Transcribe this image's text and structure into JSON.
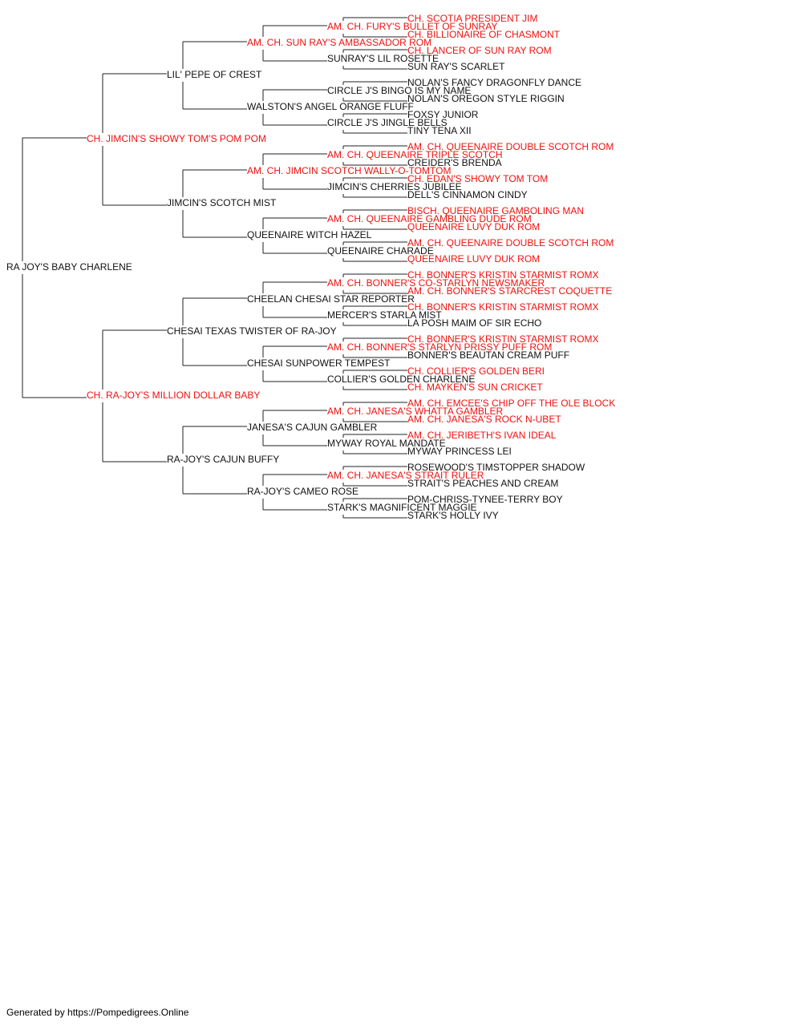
{
  "colors": {
    "champion": "#ee1111",
    "regular": "#111111",
    "line": "#222222"
  },
  "footer": "Generated by https://Pompedigrees.Online",
  "pedigree": {
    "name": "RA JOY'S BABY CHARLENE",
    "champion": false,
    "sire": {
      "name": "CH. JIMCIN'S SHOWY TOM'S POM POM",
      "champion": true,
      "sire": {
        "name": "LIL' PEPE OF CREST",
        "champion": false,
        "sire": {
          "name": "AM. CH. SUN RAY'S AMBASSADOR ROM",
          "champion": true,
          "sire": {
            "name": "AM. CH. FURY'S BULLET OF SUNRAY",
            "champion": true,
            "sire": {
              "name": "CH. SCOTIA PRESIDENT JIM",
              "champion": true
            },
            "dam": {
              "name": "CH. BILLIONAIRE OF CHASMONT",
              "champion": true
            }
          },
          "dam": {
            "name": "SUNRAY'S LIL ROSETTE",
            "champion": false,
            "sire": {
              "name": "CH. LANCER OF SUN RAY ROM",
              "champion": true
            },
            "dam": {
              "name": "SUN RAY'S SCARLET",
              "champion": false
            }
          }
        },
        "dam": {
          "name": "WALSTON'S ANGEL ORANGE FLUFF",
          "champion": false,
          "sire": {
            "name": "CIRCLE J'S BINGO IS MY NAME",
            "champion": false,
            "sire": {
              "name": "NOLAN'S FANCY DRAGONFLY DANCE",
              "champion": false
            },
            "dam": {
              "name": "NOLAN'S OREGON STYLE RIGGIN",
              "champion": false
            }
          },
          "dam": {
            "name": "CIRCLE J'S JINGLE BELLS",
            "champion": false,
            "sire": {
              "name": "FOXSY JUNIOR",
              "champion": false
            },
            "dam": {
              "name": "TINY TENA XII",
              "champion": false
            }
          }
        }
      },
      "dam": {
        "name": "JIMCIN'S SCOTCH MIST",
        "champion": false,
        "sire": {
          "name": "AM. CH. JIMCIN SCOTCH WALLY-O-TOMTOM",
          "champion": true,
          "sire": {
            "name": "AM. CH. QUEENAIRE TRIPLE SCOTCH",
            "champion": true,
            "sire": {
              "name": "AM. CH. QUEENAIRE DOUBLE SCOTCH ROM",
              "champion": true
            },
            "dam": {
              "name": "CREIDER'S BRENDA",
              "champion": false
            }
          },
          "dam": {
            "name": "JIMCIN'S CHERRIES JUBILEE",
            "champion": false,
            "sire": {
              "name": "CH. EDAN'S SHOWY TOM TOM",
              "champion": true
            },
            "dam": {
              "name": "DELL'S CINNAMON CINDY",
              "champion": false
            }
          }
        },
        "dam": {
          "name": "QUEENAIRE WITCH HAZEL",
          "champion": false,
          "sire": {
            "name": "AM. CH. QUEENAIRE GAMBLING DUDE ROM",
            "champion": true,
            "sire": {
              "name": "BISCH. QUEENAIRE GAMBOLING MAN",
              "champion": true
            },
            "dam": {
              "name": "QUEENAIRE LUVY DUK ROM",
              "champion": true
            }
          },
          "dam": {
            "name": "QUEENAIRE CHARADE",
            "champion": false,
            "sire": {
              "name": "AM. CH. QUEENAIRE DOUBLE SCOTCH ROM",
              "champion": true
            },
            "dam": {
              "name": "QUEENAIRE LUVY DUK ROM",
              "champion": true
            }
          }
        }
      }
    },
    "dam": {
      "name": "CH. RA-JOY'S MILLION DOLLAR BABY",
      "champion": true,
      "sire": {
        "name": "CHESAI TEXAS TWISTER OF RA-JOY",
        "champion": false,
        "sire": {
          "name": "CHEELAN CHESAI STAR REPORTER",
          "champion": false,
          "sire": {
            "name": "AM. CH. BONNER'S CO-STARLYN NEWSMAKER",
            "champion": true,
            "sire": {
              "name": "CH. BONNER'S KRISTIN STARMIST ROMX",
              "champion": true
            },
            "dam": {
              "name": "AM. CH. BONNER'S STARCREST COQUETTE",
              "champion": true
            }
          },
          "dam": {
            "name": "MERCER'S STARLA MIST",
            "champion": false,
            "sire": {
              "name": "CH. BONNER'S KRISTIN STARMIST ROMX",
              "champion": true
            },
            "dam": {
              "name": "LA POSH MAIM OF SIR ECHO",
              "champion": false
            }
          }
        },
        "dam": {
          "name": "CHESAI SUNPOWER TEMPEST",
          "champion": false,
          "sire": {
            "name": "AM. CH. BONNER'S STARLYN PRISSY PUFF ROM",
            "champion": true,
            "sire": {
              "name": "CH. BONNER'S KRISTIN STARMIST ROMX",
              "champion": true
            },
            "dam": {
              "name": "BONNER'S BEAUTAN CREAM PUFF",
              "champion": false
            }
          },
          "dam": {
            "name": "COLLIER'S GOLDEN CHARLENE",
            "champion": false,
            "sire": {
              "name": "CH. COLLIER'S GOLDEN BERI",
              "champion": true
            },
            "dam": {
              "name": "CH. MAYKEN'S SUN CRICKET",
              "champion": true
            }
          }
        }
      },
      "dam": {
        "name": "RA-JOY'S CAJUN BUFFY",
        "champion": false,
        "sire": {
          "name": "JANESA'S CAJUN GAMBLER",
          "champion": false,
          "sire": {
            "name": "AM. CH. JANESA'S WHATTA GAMBLER",
            "champion": true,
            "sire": {
              "name": "AM. CH. EMCEE'S CHIP OFF THE OLE BLOCK",
              "champion": true
            },
            "dam": {
              "name": "AM. CH. JANESA'S ROCK N-UBET",
              "champion": true
            }
          },
          "dam": {
            "name": "MYWAY ROYAL MANDATE",
            "champion": false,
            "sire": {
              "name": "AM. CH. JERIBETH'S IVAN IDEAL",
              "champion": true
            },
            "dam": {
              "name": "MYWAY PRINCESS LEI",
              "champion": false
            }
          }
        },
        "dam": {
          "name": "RA-JOY'S CAMEO ROSE",
          "champion": false,
          "sire": {
            "name": "AM. CH. JANESA'S STRAIT RULER",
            "champion": true,
            "sire": {
              "name": "ROSEWOOD'S TIMSTOPPER SHADOW",
              "champion": false
            },
            "dam": {
              "name": "STRAIT'S PEACHES AND CREAM",
              "champion": false
            }
          },
          "dam": {
            "name": "STARK'S MAGNIFICENT MAGGIE",
            "champion": false,
            "sire": {
              "name": "POM-CHRISS-TYNEE-TERRY BOY",
              "champion": false
            },
            "dam": {
              "name": "STARK'S HOLLY IVY",
              "champion": false
            }
          }
        }
      }
    }
  }
}
